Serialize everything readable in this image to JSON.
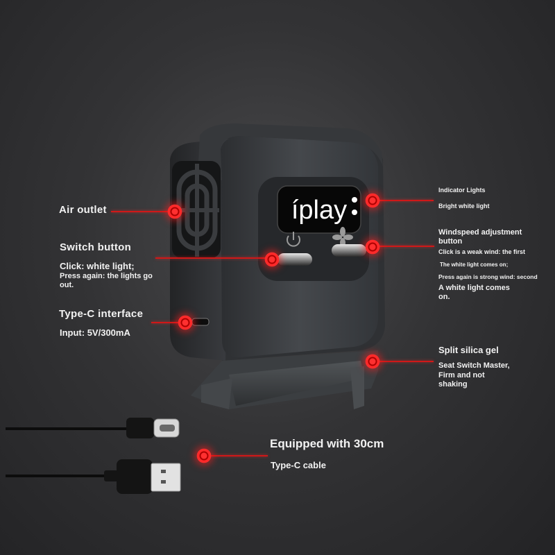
{
  "product": {
    "brand_logo": "iplay",
    "icons": [
      "power-icon",
      "fan-icon"
    ]
  },
  "callouts": {
    "air_outlet": {
      "title": "Air outlet"
    },
    "switch_button": {
      "title": "Switch button",
      "line1": "Click: white light;",
      "line2": "Press again: the lights go",
      "line3": "out."
    },
    "type_c": {
      "title": "Type-C interface",
      "sub": "Input: 5V/300mA"
    },
    "indicator": {
      "title": "Indicator Lights",
      "sub": "Bright white light"
    },
    "windspeed": {
      "title1": "Windspeed adjustment",
      "title2": "button",
      "line1": "Click is a weak wind: the first",
      "line2": "The white light comes on;",
      "line3": "Press again is strong wind: second",
      "line4": "A white light comes",
      "line5": "on."
    },
    "split_gel": {
      "title": "Split silica gel",
      "line1": "Seat Switch Master,",
      "line2": "Firm and not",
      "line3": "shaking"
    },
    "cable": {
      "title": "Equipped with 30cm",
      "sub": "Type-C cable"
    }
  },
  "colors": {
    "accent_red": "#d01818",
    "device_body": "#3e4043",
    "background": "#2e2e30"
  }
}
